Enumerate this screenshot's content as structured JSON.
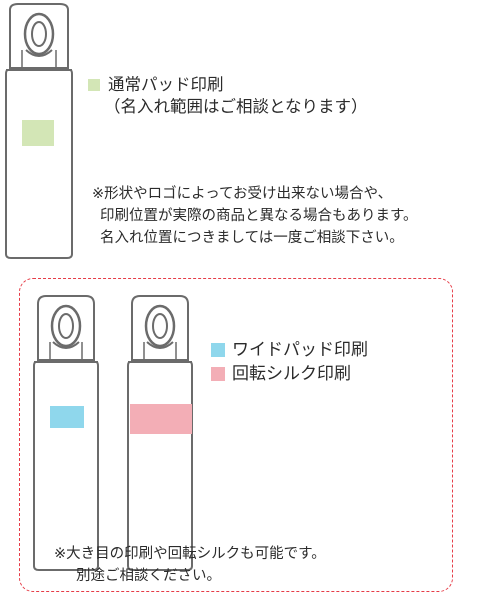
{
  "top_section": {
    "legend": {
      "swatch_color": "#d3e6b6",
      "line1": "通常パッド印刷",
      "line2": "（名入れ範囲はご相談となります）"
    },
    "note": {
      "line1": "※形状やロゴによってお受け出来ない場合や、",
      "line2": "印刷位置が実際の商品と異なる場合もあります。",
      "line3": "名入れ位置につきましては一度ご相談下さい。"
    },
    "print_area_color": "#d3e6b6"
  },
  "bottom_section": {
    "border_color": "#e63c47",
    "legend": [
      {
        "label": "ワイドパッド印刷",
        "color": "#8fd7ec"
      },
      {
        "label": "回転シルク印刷",
        "color": "#f3aeb6"
      }
    ],
    "note": {
      "line1": "※大き目の印刷や回転シルクも可能です。",
      "line2": "別途ご相談ください。"
    }
  },
  "bottle_outline_color": "#6b6b6b"
}
